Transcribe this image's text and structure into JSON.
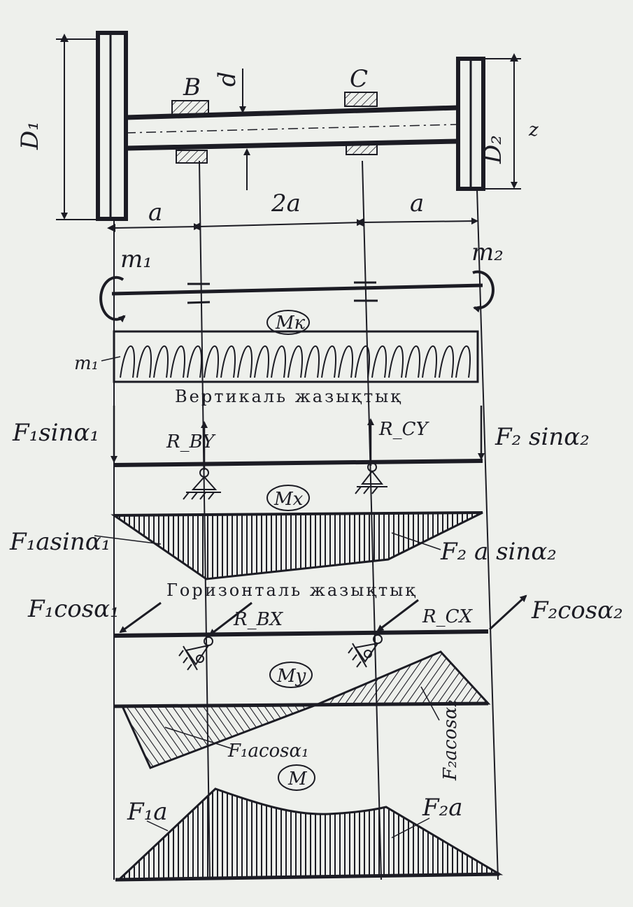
{
  "shaft": {
    "D1": "D₁",
    "D2": "D₂",
    "bearing_b": "B",
    "bearing_c": "C",
    "d": "d",
    "z": "z",
    "dim_a_left": "a",
    "dim_2a": "2a",
    "dim_a_right": "a"
  },
  "torsion": {
    "m1": "m₁",
    "m2": "m₂",
    "mk": "Mк",
    "m1_side": "m₁"
  },
  "vertical": {
    "caption": "Вертикаль жазықтық",
    "f1_sin": "F₁sinα₁",
    "rby": "R_BY",
    "rcy": "R_CY",
    "f2_sin": "F₂ sinα₂",
    "mx": "Mx",
    "f1a_sin": "F₁asinα₁",
    "f2a_sin": "F₂ a sinα₂"
  },
  "horizontal": {
    "caption": "Горизонталь жазықтық",
    "f1_cos": "F₁cosα₁",
    "rbx": "R_BX",
    "rcx": "R_CX",
    "f2_cos": "F₂cosα₂",
    "my": "My",
    "f2a_cos": "F₂acosα₂",
    "f1a_cos": "F₁acosα₁"
  },
  "total": {
    "m": "M",
    "f1a": "F₁a",
    "f2a": "F₂a"
  },
  "colors": {
    "ink": "#1c1c24",
    "paper": "#eef0ec"
  }
}
